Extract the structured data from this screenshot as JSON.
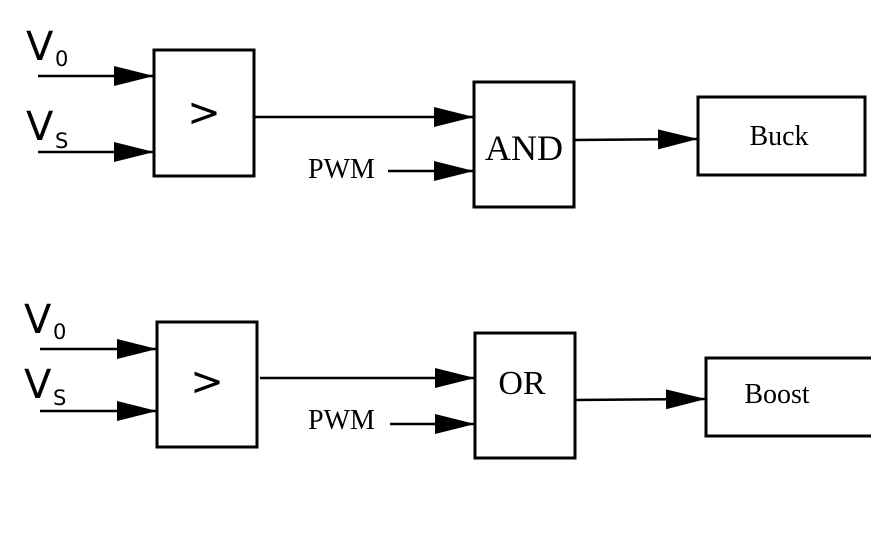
{
  "top": {
    "input1": {
      "main": "V",
      "sub": "0"
    },
    "input2": {
      "main": "V",
      "sub": "S"
    },
    "comparator_symbol": ">",
    "pwm_label": "PWM",
    "gate_label": "AND",
    "output_label": "Buck"
  },
  "bottom": {
    "input1": {
      "main": "V",
      "sub": "0"
    },
    "input2": {
      "main": "V",
      "sub": "S"
    },
    "comparator_symbol": ">",
    "pwm_label": "PWM",
    "gate_label": "OR",
    "output_label": "Boost"
  }
}
